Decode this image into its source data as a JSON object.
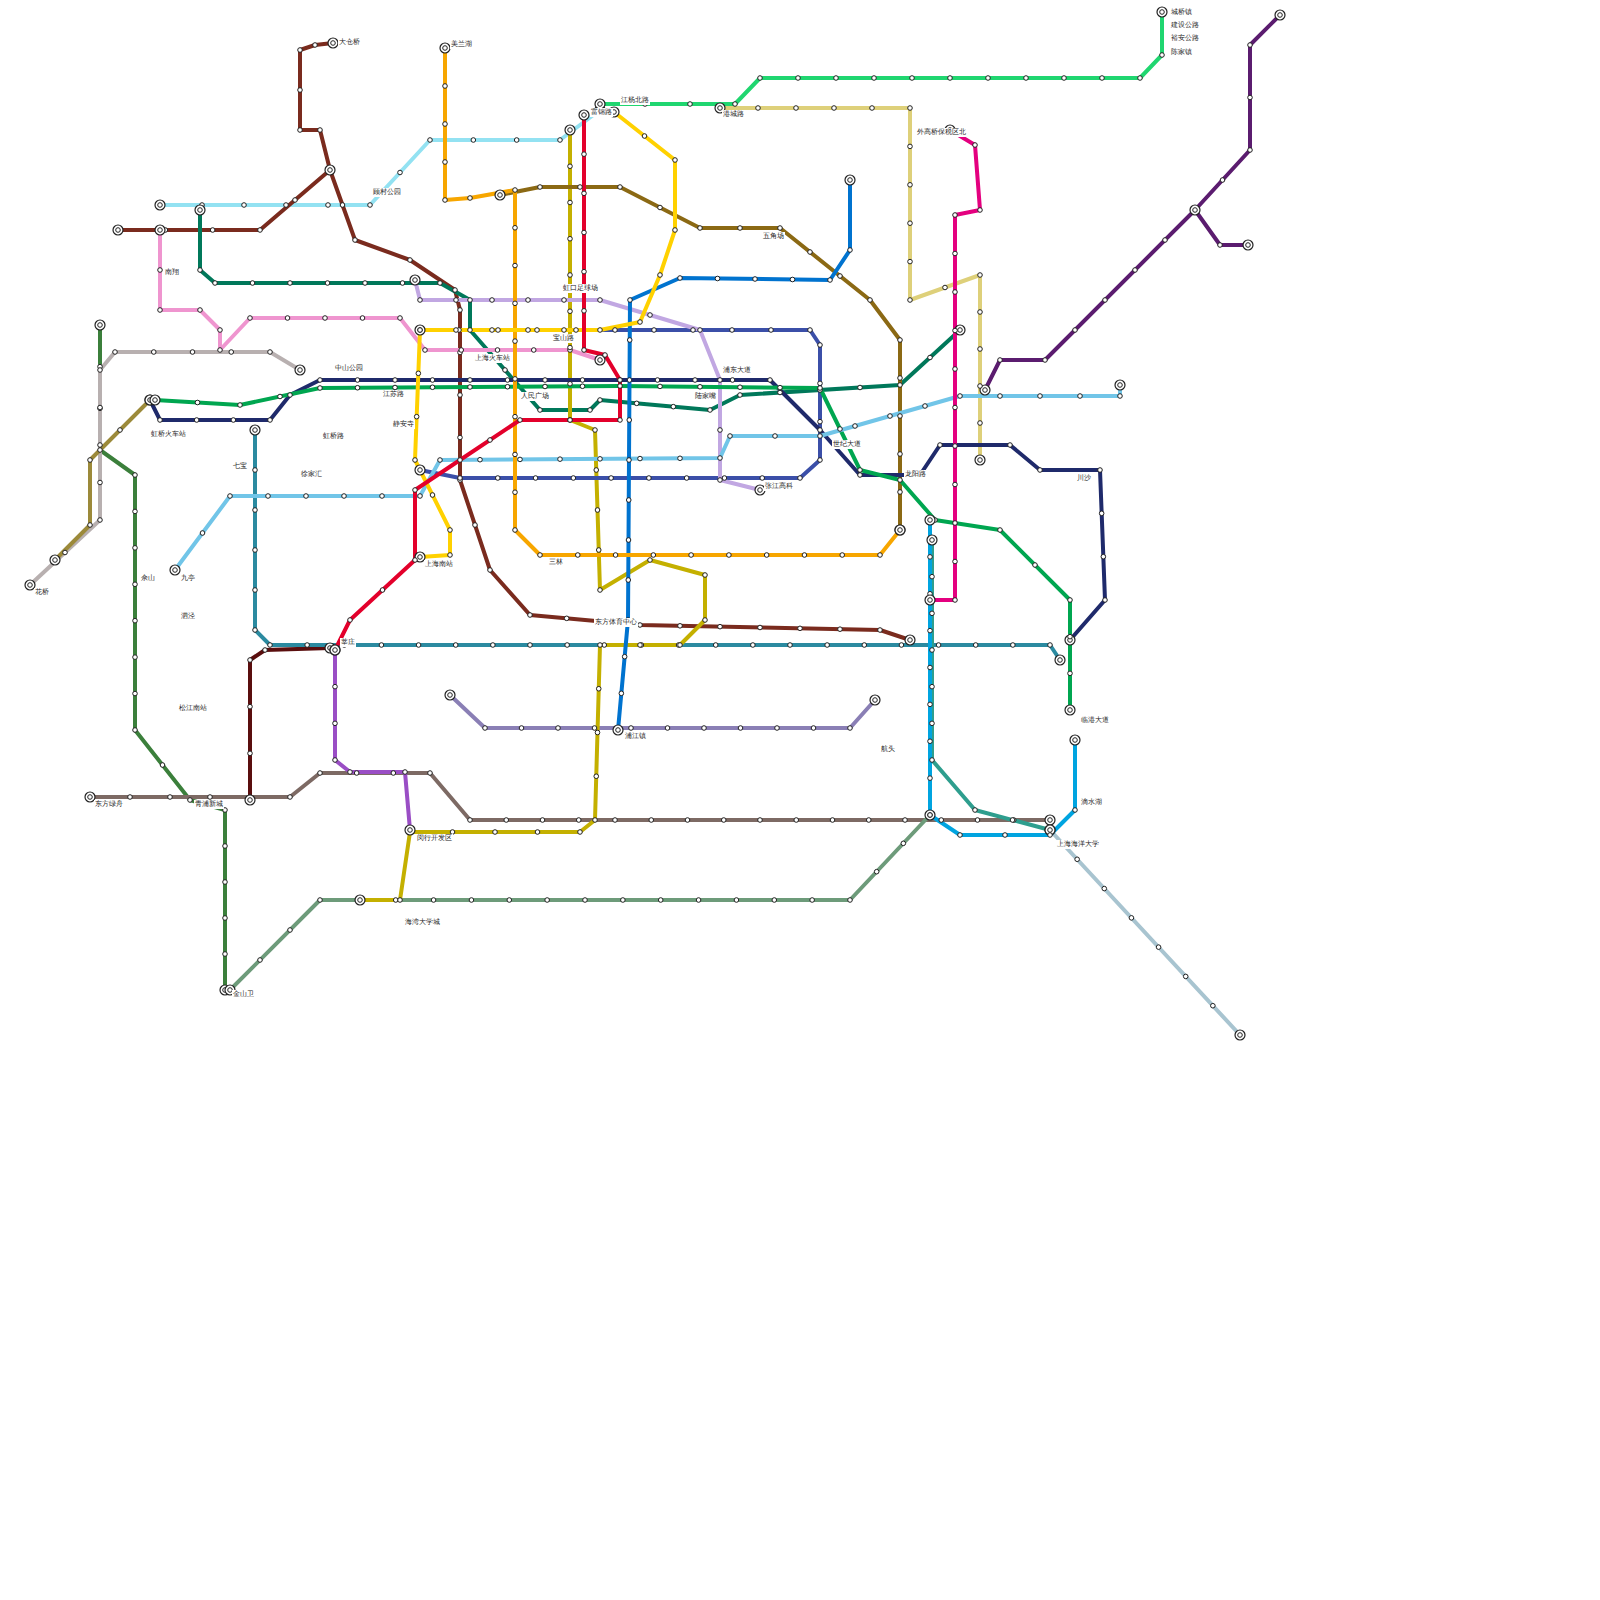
{
  "diagram": {
    "labels": [
      "城桥镇",
      "建设公路",
      "裕安公路",
      "陈家镇",
      "大仓桥",
      "虹桥火车站",
      "上海南站",
      "世纪大道",
      "人民广场",
      "徐家汇",
      "静安寺",
      "陆家嘴",
      "龙阳路",
      "上海海洋大学",
      "滴水湖",
      "海湾大学城",
      "金山卫",
      "松江南站",
      "莘庄",
      "花桥",
      "美兰湖",
      "富锦路",
      "江杨北路",
      "港城路",
      "东方体育中心",
      "航头",
      "临港大道",
      "浦江镇",
      "闵行开发区",
      "东方绿舟",
      "青浦新城",
      "三林",
      "张江高科",
      "川沙",
      "顾村公园",
      "宝山路",
      "上海火车站",
      "中山公园",
      "虹桥路",
      "七宝",
      "九亭",
      "泗泾",
      "佘山",
      "南翔",
      "江苏路",
      "虹口足球场",
      "五角场",
      "外高桥保税区北",
      "浦东大道"
    ]
  }
}
